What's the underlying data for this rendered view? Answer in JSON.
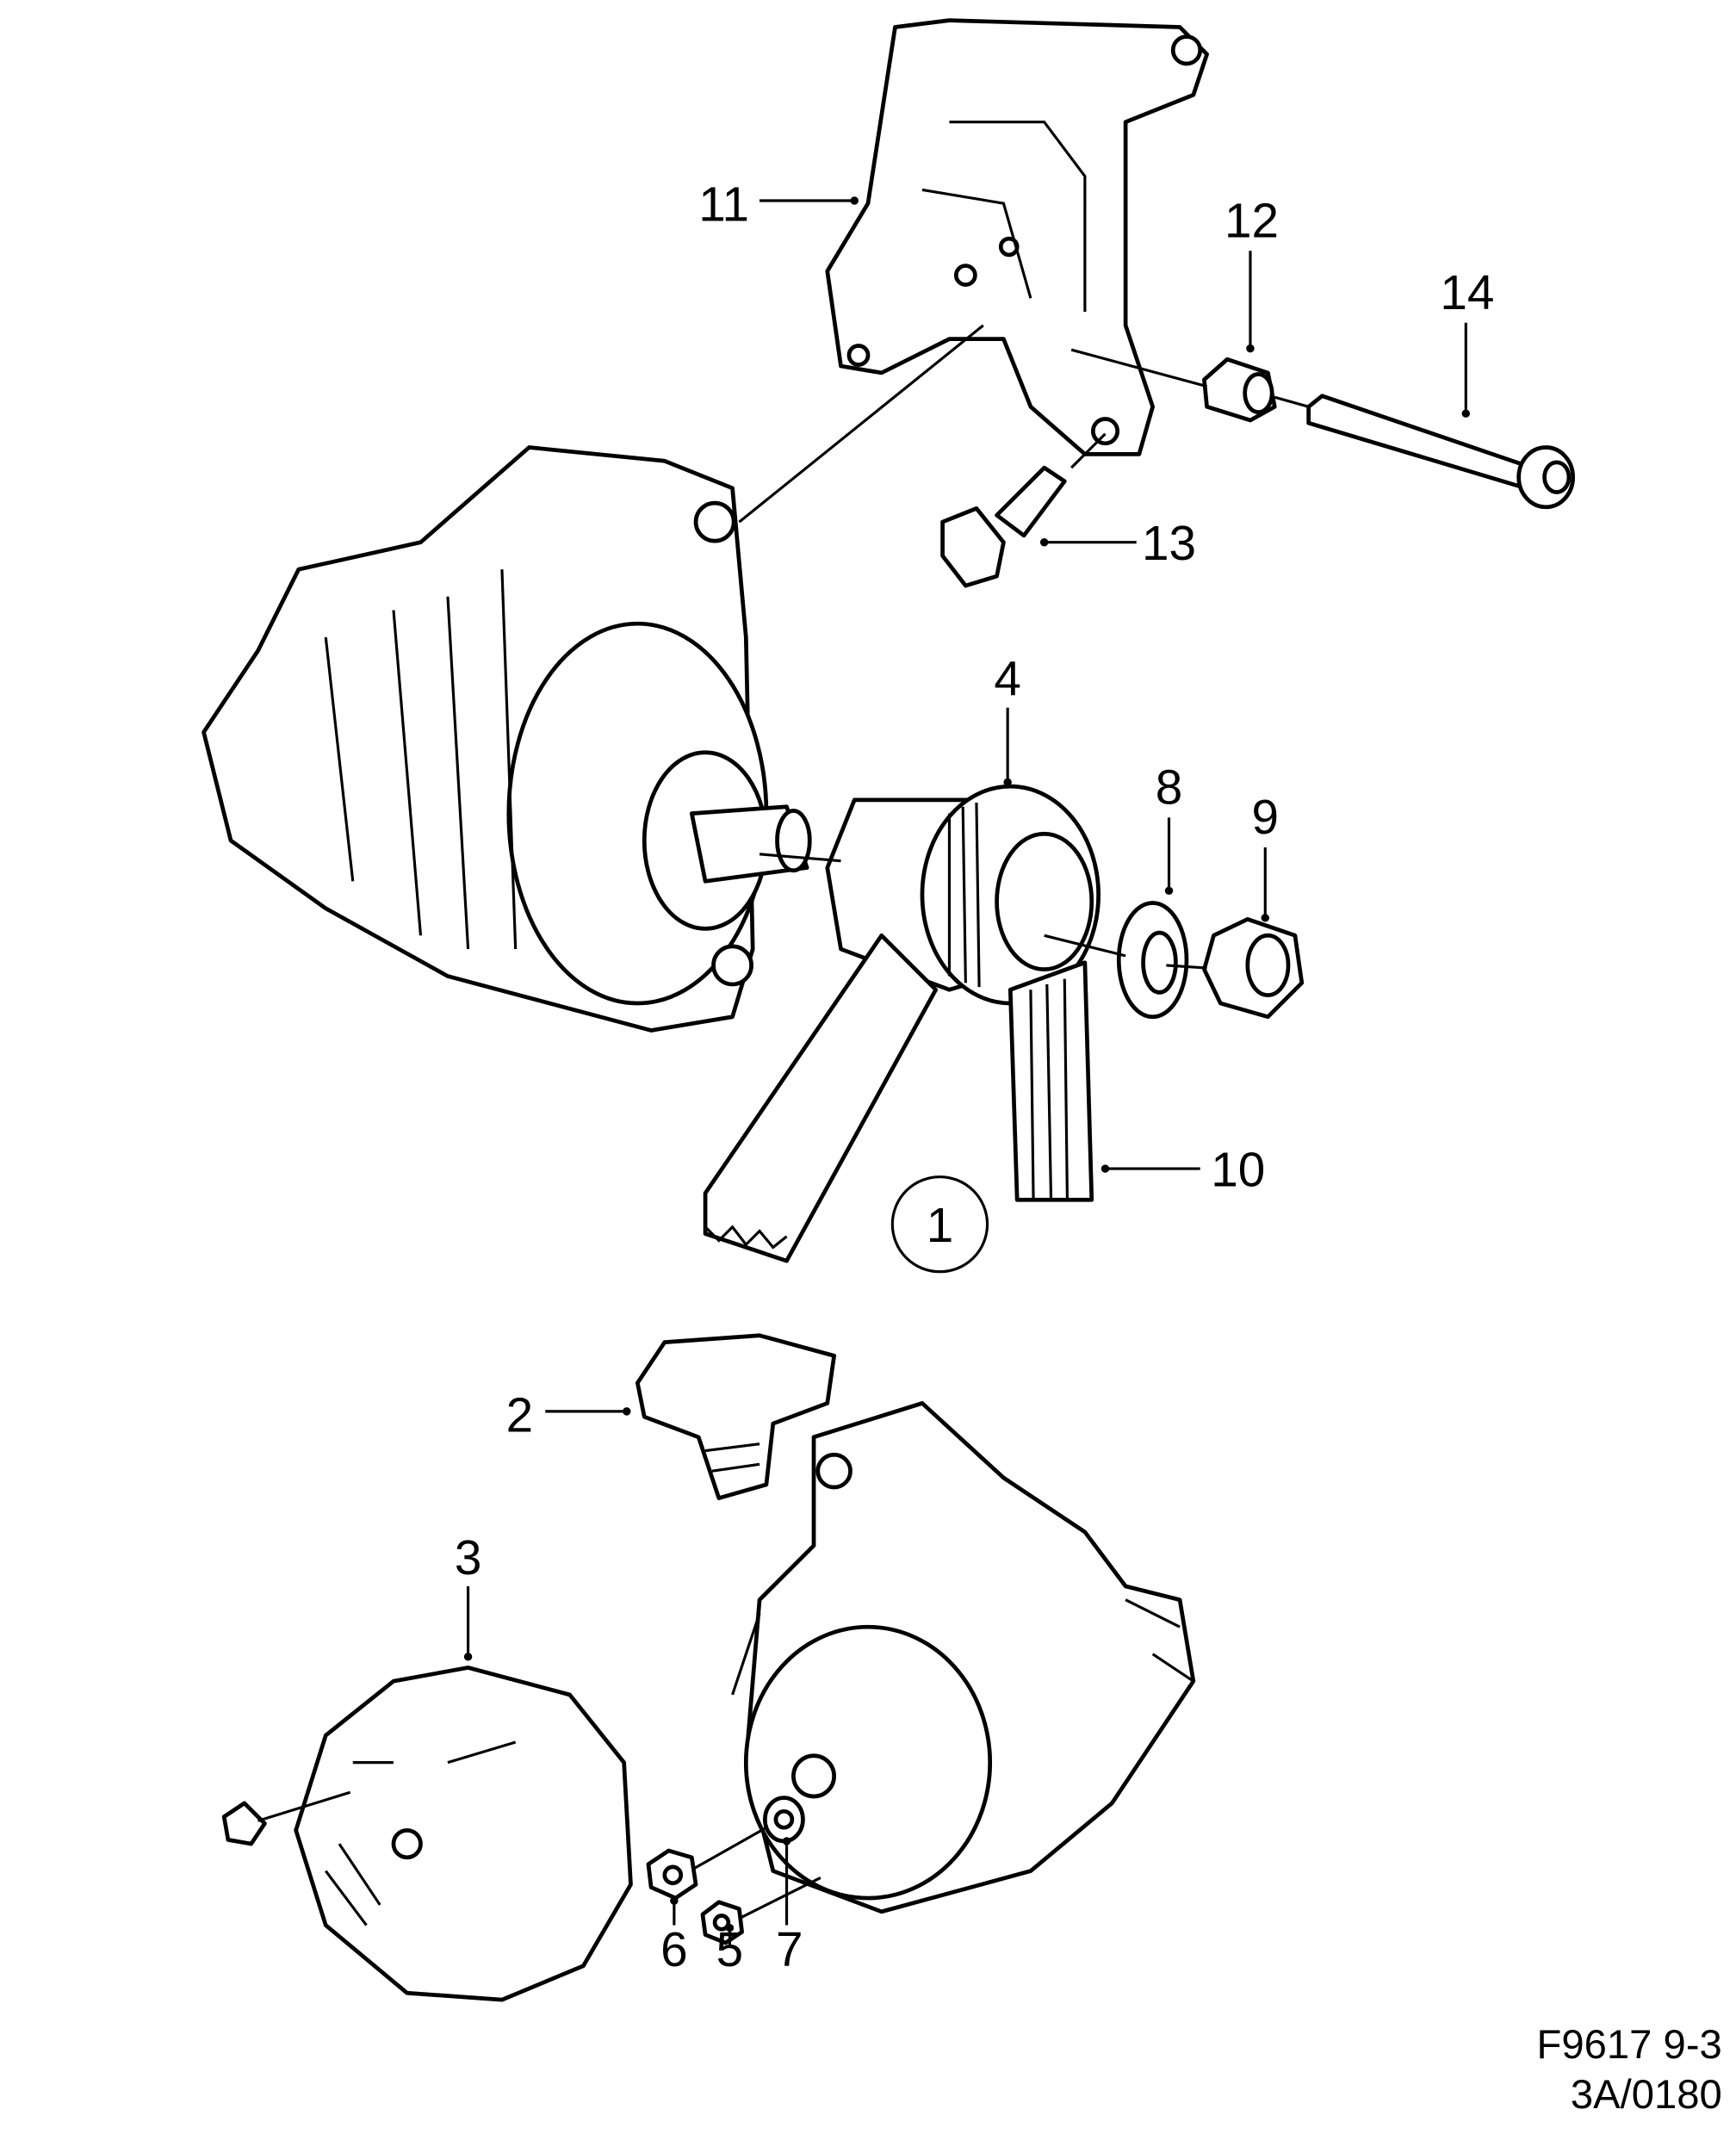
{
  "callouts": [
    "1",
    "2",
    "3",
    "4",
    "5",
    "6",
    "7",
    "8",
    "9",
    "10",
    "11",
    "12",
    "13",
    "14"
  ],
  "caption": {
    "line1": "F9617 9-3",
    "line2": "3A/0180"
  },
  "colors": {
    "line": "#000000",
    "background": "#ffffff"
  }
}
